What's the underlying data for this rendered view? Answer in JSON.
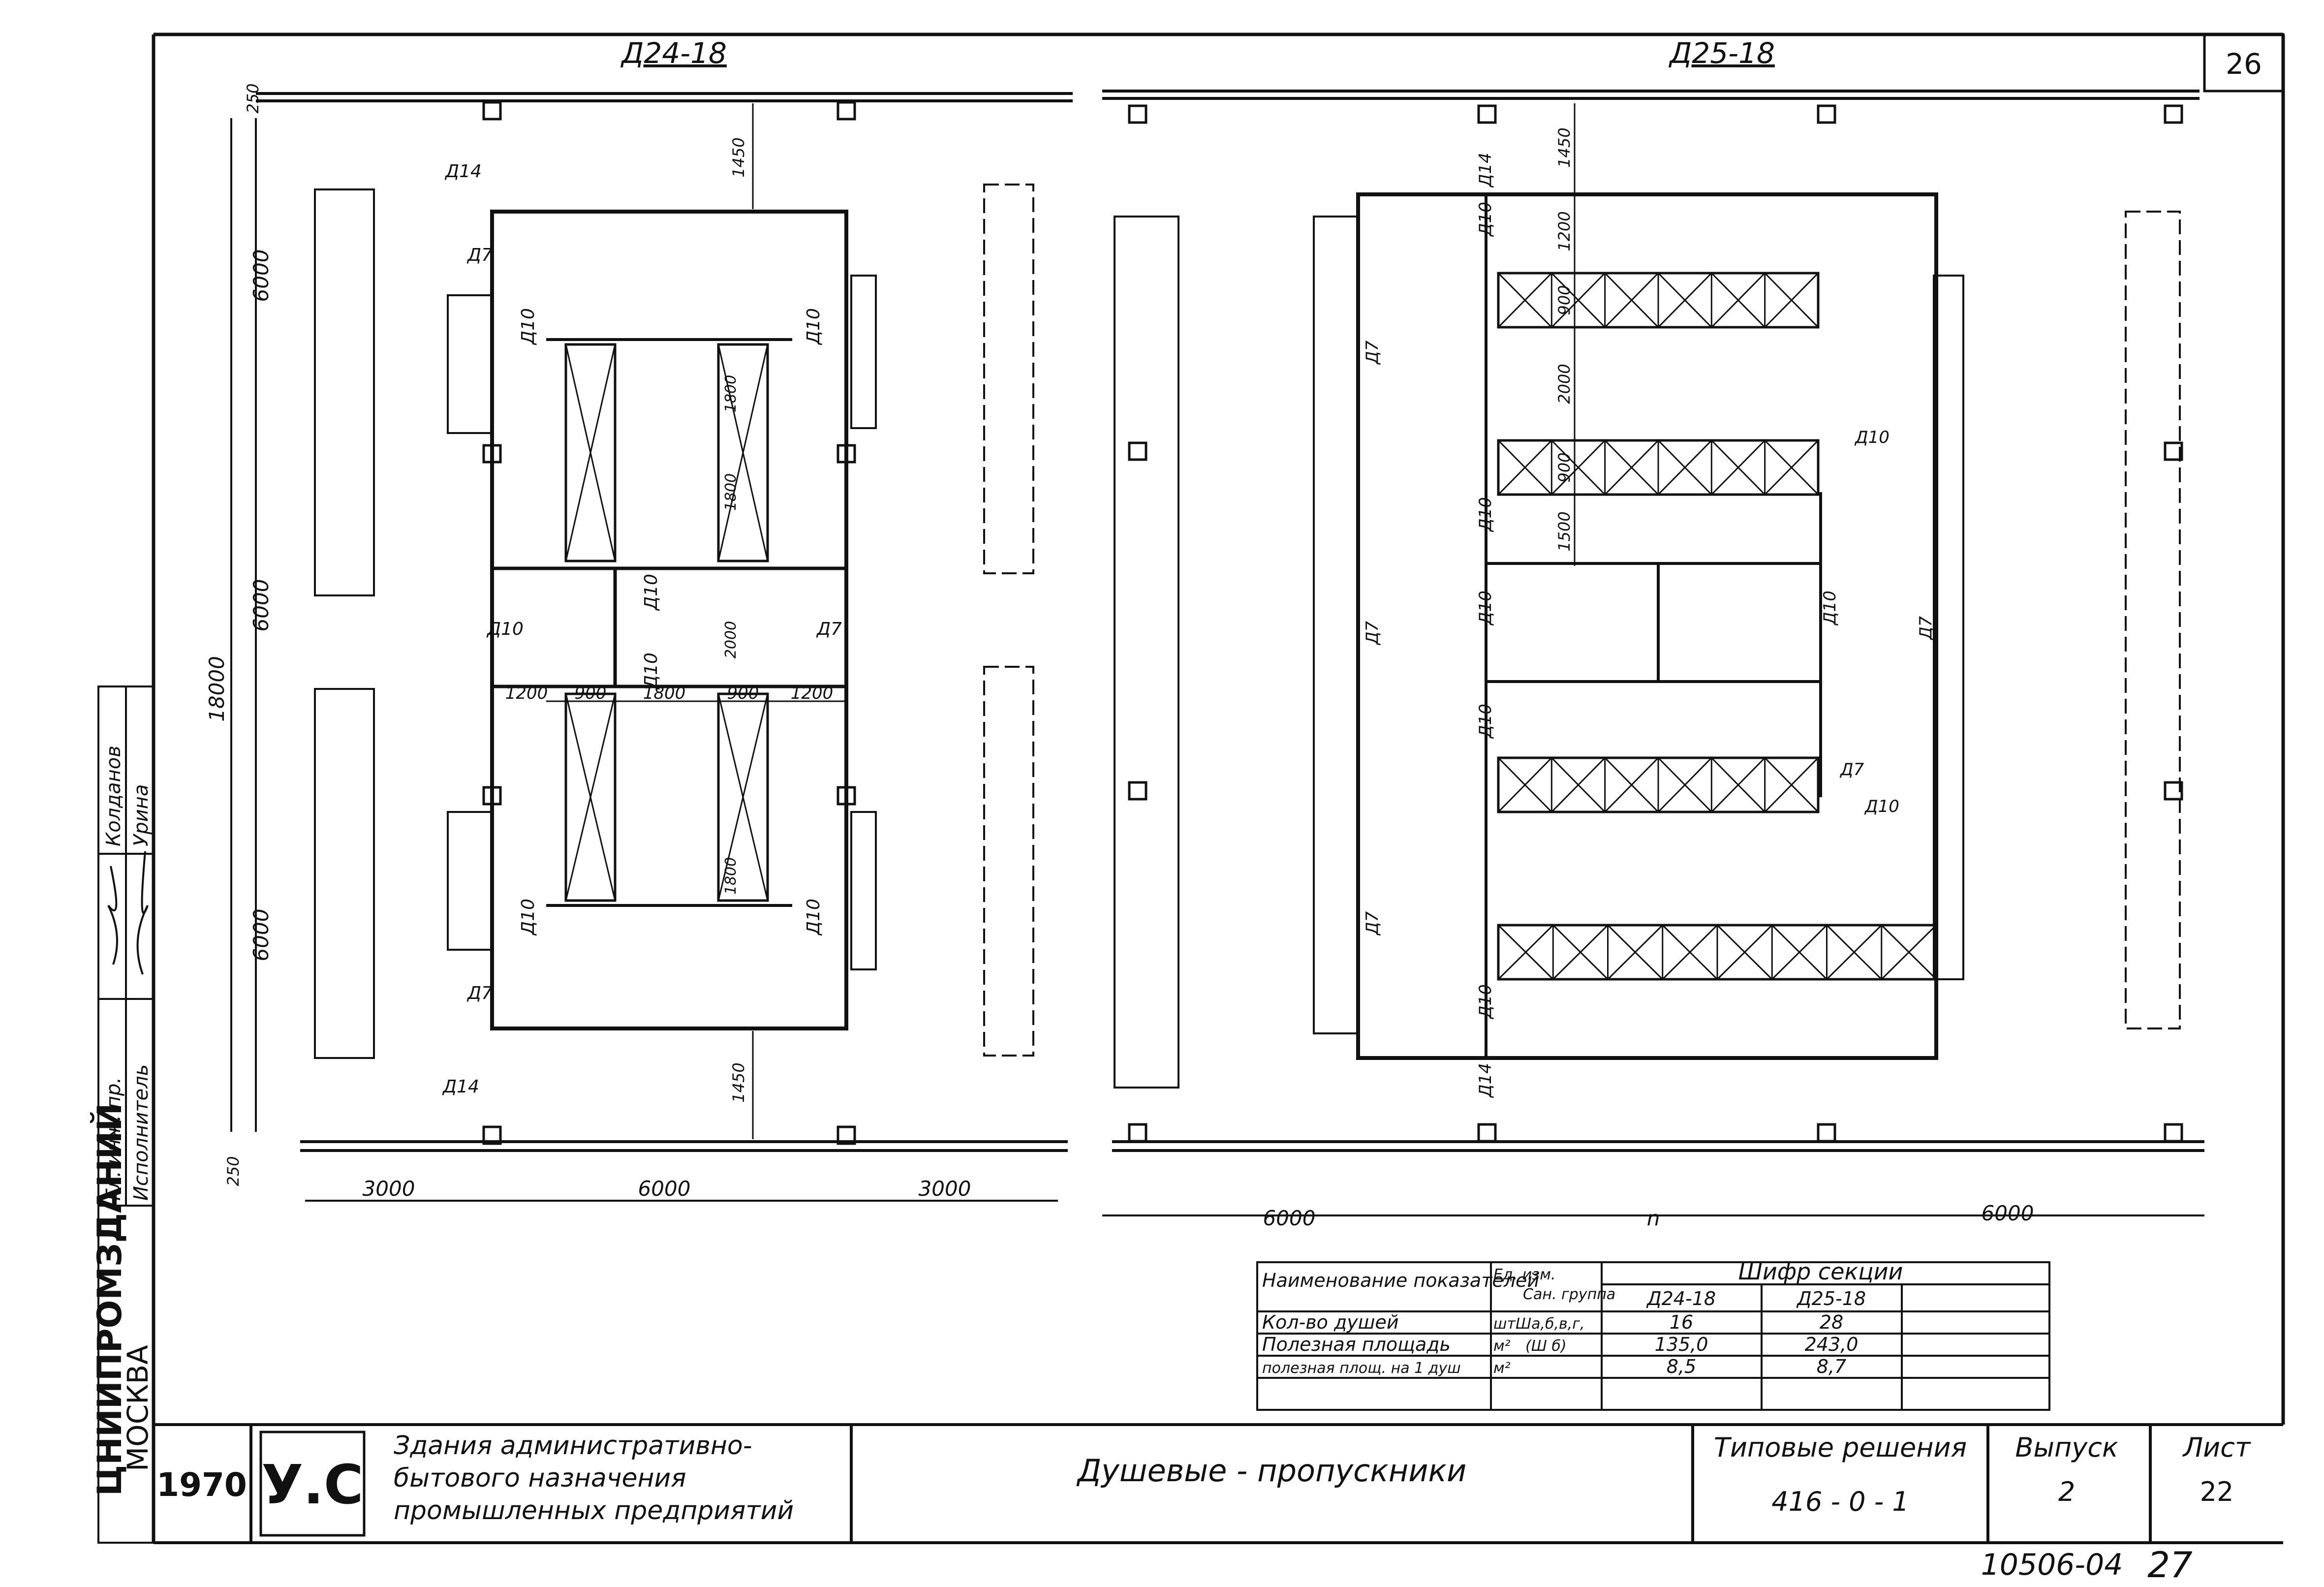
{
  "sheet": {
    "corner_number": "26",
    "sheet_code": "10506-04",
    "page_number": "27"
  },
  "plan_left": {
    "title": "Д24-18",
    "overall_height": "18000",
    "segment_dims": [
      "6000",
      "6000",
      "6000"
    ],
    "axis_offset_top": "250",
    "axis_offset_bottom": "250",
    "bottom_dims": [
      "3000",
      "6000",
      "3000"
    ],
    "inner_dims": [
      "1200",
      "900",
      "1800",
      "900",
      "1200"
    ],
    "offsets": [
      "1450",
      "1450"
    ],
    "vertical_dims": [
      "1800",
      "2000",
      "1800",
      "1800"
    ],
    "doors": [
      "Д14",
      "Д7",
      "Д10",
      "Д10",
      "Д10",
      "Д10",
      "Д10",
      "Д7",
      "Д10",
      "Д10",
      "Д7",
      "Д14"
    ]
  },
  "plan_right": {
    "title": "Д25-18",
    "bottom_dims": [
      "6000",
      "n",
      "6000"
    ],
    "vertical_dims": [
      "1450",
      "1200",
      "900",
      "2000",
      "900",
      "1500"
    ],
    "doors": [
      "Д14",
      "Д10",
      "Д7",
      "Д10",
      "Д7",
      "Д10",
      "Д7",
      "Д10",
      "Д7",
      "Д10",
      "Д10",
      "Д10",
      "Д7",
      "Д10",
      "Д14"
    ]
  },
  "spec_table": {
    "headers": [
      "Наименование показателей",
      "Ед. изм.",
      "Сан. группа",
      "Шифр секции"
    ],
    "section_codes": [
      "Д24-18",
      "Д25-18"
    ],
    "rows": [
      {
        "name": "Кол-во душей",
        "unit": "шт.",
        "group": "Ша,б,в,г,",
        "v1": "16",
        "v2": "28"
      },
      {
        "name": "Полезная площадь",
        "unit": "м²",
        "group": "(Ш б)",
        "v1": "135,0",
        "v2": "243,0"
      },
      {
        "name": "полезная площ. на 1 душ",
        "unit": "м²",
        "group": "",
        "v1": "8,5",
        "v2": "8,7"
      }
    ]
  },
  "signatures": {
    "roles": [
      "Гл. инж. пр.",
      "Исполнитель"
    ],
    "names": [
      "Колданов",
      "Урина"
    ]
  },
  "publisher": {
    "name": "ЦНИИПРОМЗДАНИЙ",
    "city": "МОСКВА"
  },
  "title_block": {
    "year": "1970",
    "series_code": "У.С",
    "building_type": "Здания административно-бытового назначения промышленных предприятий",
    "drawing_title": "Душевые - пропускники",
    "standard_label": "Типовые решения",
    "standard_code": "416 - 0 - 1",
    "issue_label": "Выпуск",
    "issue_value": "2",
    "sheet_label": "Лист",
    "sheet_value": "22"
  }
}
